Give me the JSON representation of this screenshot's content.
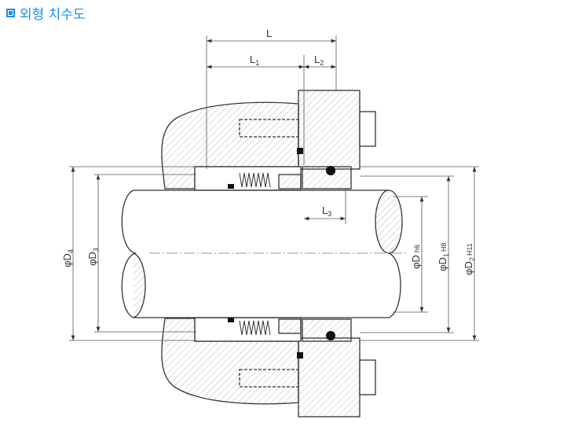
{
  "title": "외형 치수도",
  "dimensions": {
    "L": "L",
    "L1": "L",
    "L1_sub": "1",
    "L2": "L",
    "L2_sub": "2",
    "L3": "L",
    "L3_sub": "3",
    "D4": "φD",
    "D4_sub": "4",
    "D3": "φD",
    "D3_sub": "3",
    "D": "φD",
    "D_tol": "h6",
    "D1": "φD",
    "D1_sub": "1",
    "D1_tol": "H8",
    "D2": "φD",
    "D2_sub": "2",
    "D2_tol": "H11"
  },
  "colors": {
    "title": "#1a8fe8",
    "line": "#333333"
  }
}
